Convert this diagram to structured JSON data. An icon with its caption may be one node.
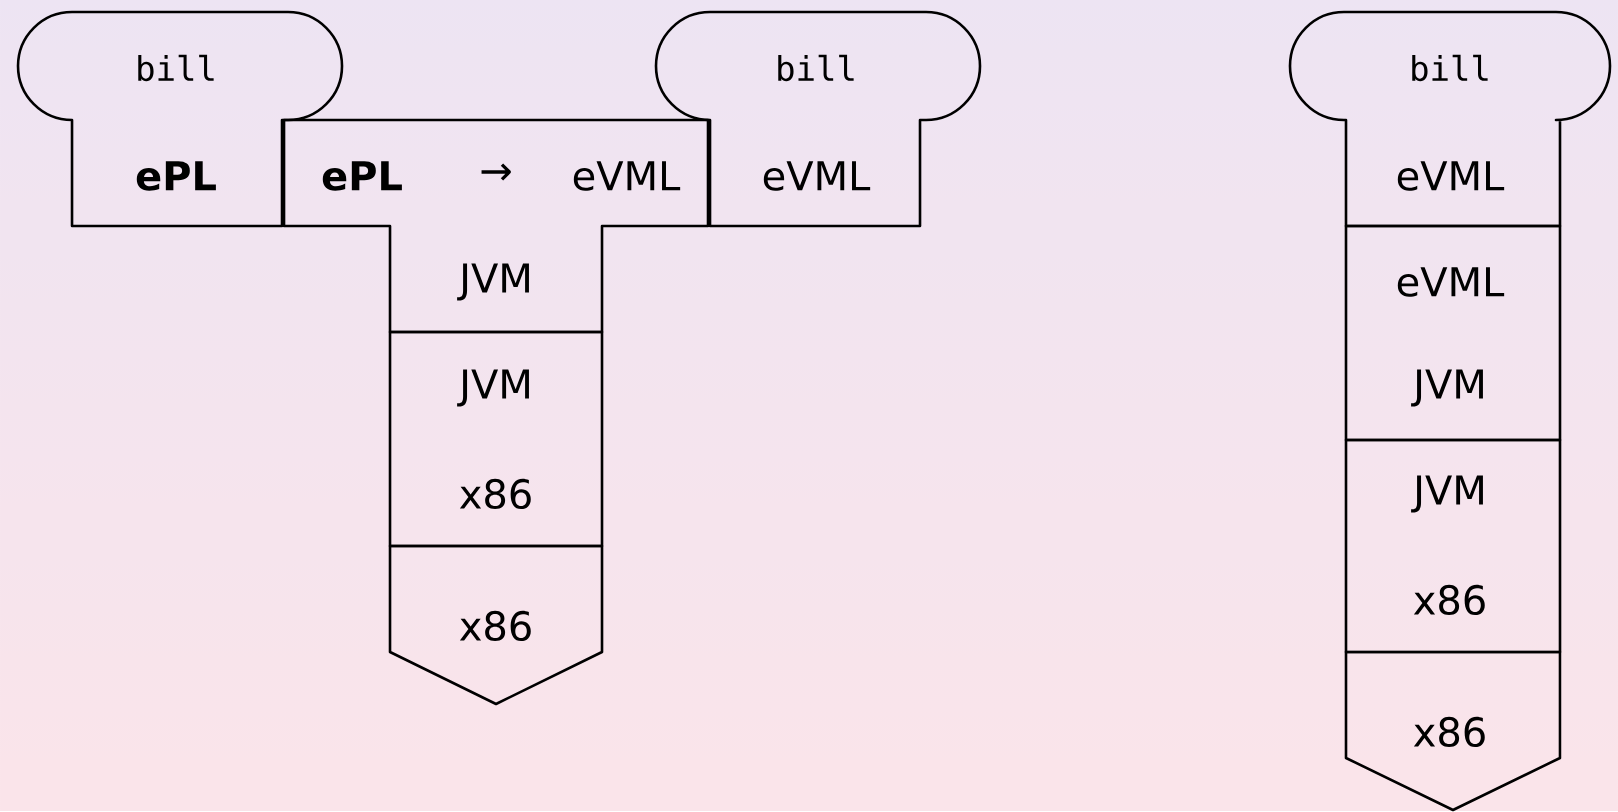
{
  "diagram": {
    "nodes": [
      {
        "text": [
          "bill",
          "ePL"
        ]
      },
      {
        "text": [
          "ePL",
          "→",
          "eVML",
          "JVM"
        ]
      },
      {
        "text": [
          "bill",
          "eVML"
        ]
      },
      {
        "text": [
          "JVM",
          "x86"
        ]
      },
      {
        "text": [
          "x86"
        ]
      },
      {
        "text": [
          "bill",
          "eVML"
        ]
      },
      {
        "text": [
          "eVML",
          "JVM"
        ]
      },
      {
        "text": [
          "JVM",
          "x86"
        ]
      },
      {
        "text": [
          "x86"
        ]
      }
    ]
  }
}
